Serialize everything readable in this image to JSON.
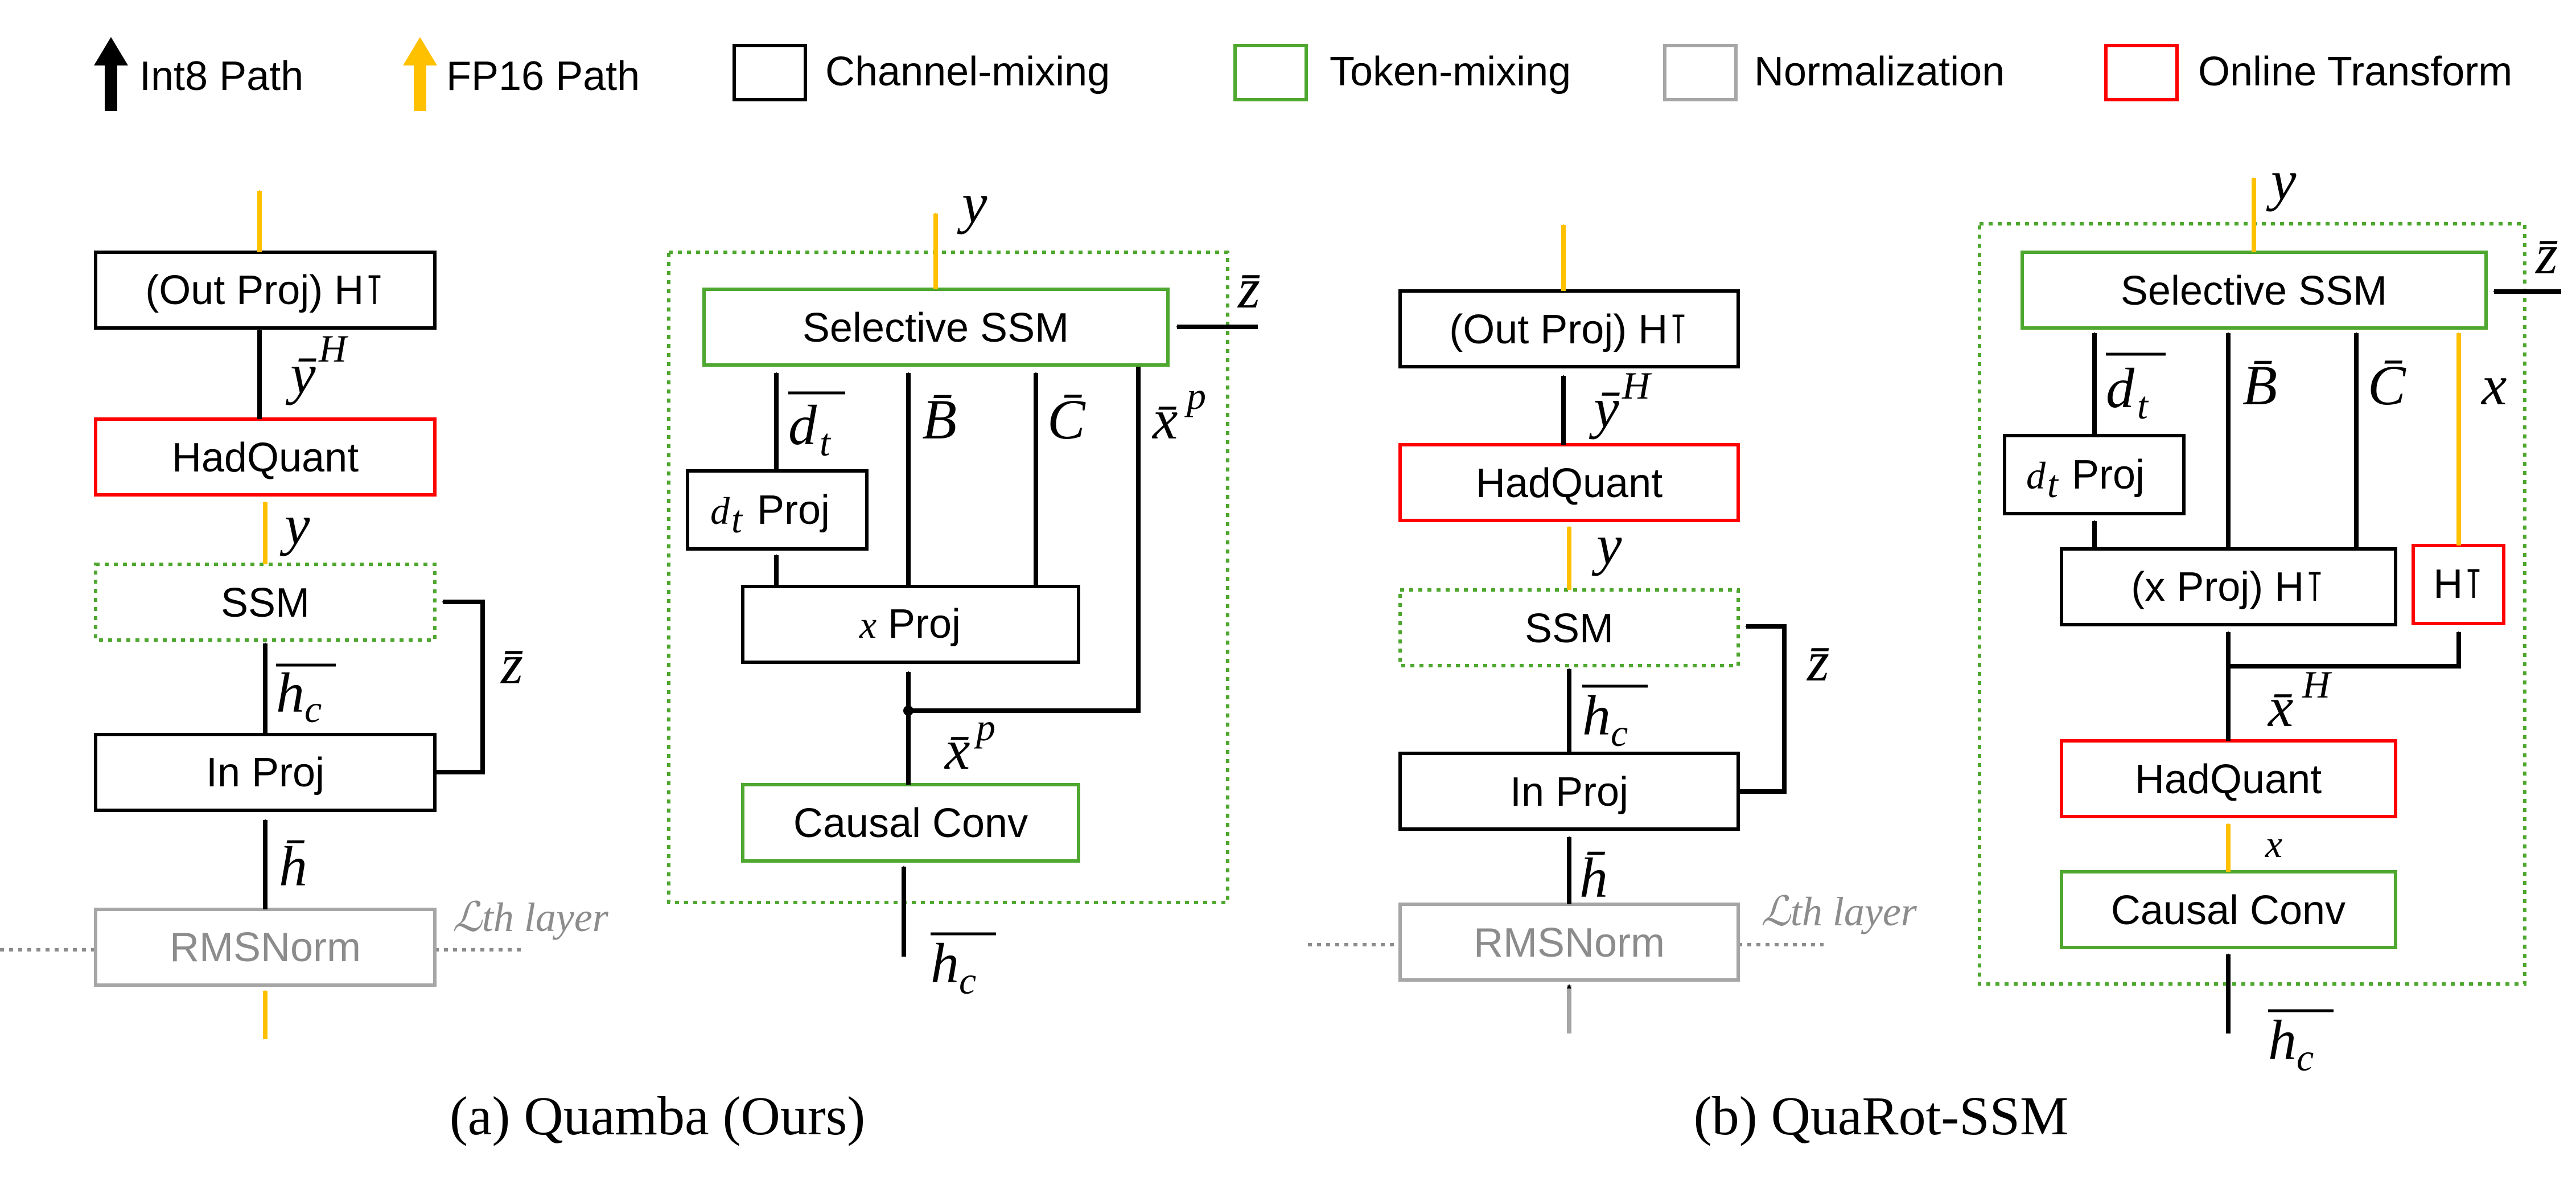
{
  "colors": {
    "int8": "#000000",
    "fp16": "#ffc000",
    "channel_mixing": "#000000",
    "token_mixing": "#4ea72e",
    "normalization": "#a6a6a6",
    "online_transform": "#ff0000",
    "norm_text": "#8c8c8c"
  },
  "legend": {
    "int8": "Int8 Path",
    "fp16": "FP16 Path",
    "channel": "Channel-mixing",
    "token": "Token-mixing",
    "norm": "Normalization",
    "online": "Online Transform"
  },
  "panel_a": {
    "caption": "(a) Quamba (Ours)",
    "blocks": {
      "out_proj": "(Out Proj) H⊺",
      "hadquant": "HadQuant",
      "ssm": "SSM",
      "in_proj": "In Proj",
      "rmsnorm": "RMSNorm"
    },
    "labels": {
      "y_bar_h": "ȳ",
      "y_bar_h_sup": "H",
      "y": "y",
      "h_c": "h",
      "h_c_sub": "c",
      "z_bar": "z̄",
      "h_bar": "h̄",
      "lth_layer": "ℒth layer"
    },
    "detail": {
      "selective_ssm": "Selective SSM",
      "dt_proj": "Proj",
      "dt_proj_prefix": "d",
      "dt_proj_sub": "t",
      "x_proj": "Proj",
      "x_proj_prefix": "x",
      "causal_conv": "Causal Conv",
      "y": "y",
      "z_bar": "z̄",
      "d_t": "d",
      "d_t_sub": "t",
      "b_bar": "B̄",
      "c_bar": "C̄",
      "x_bar_p": "x̄",
      "x_bar_p_sup": "p",
      "h_c": "h",
      "h_c_sub": "c"
    }
  },
  "panel_b": {
    "caption": "(b) QuaRot-SSM",
    "blocks": {
      "out_proj": "(Out Proj) H⊺",
      "hadquant": "HadQuant",
      "ssm": "SSM",
      "in_proj": "In Proj",
      "rmsnorm": "RMSNorm"
    },
    "labels": {
      "y_bar_h": "ȳ",
      "y_bar_h_sup": "H",
      "y": "y",
      "h_c": "h",
      "h_c_sub": "c",
      "z_bar": "z̄",
      "h_bar": "h̄",
      "lth_layer": "ℒth layer"
    },
    "detail": {
      "selective_ssm": "Selective SSM",
      "dt_proj": "Proj",
      "dt_proj_prefix": "d",
      "dt_proj_sub": "t",
      "x_proj": "(x Proj) H⊺",
      "h_t": "H⊺",
      "hadquant": "HadQuant",
      "causal_conv": "Causal Conv",
      "y": "y",
      "z_bar": "z̄",
      "d_t": "d",
      "d_t_sub": "t",
      "b_bar": "B̄",
      "c_bar": "C̄",
      "x": "x",
      "x_bar_h": "x̄",
      "x_bar_h_sup": "H",
      "x_below": "x",
      "h_c": "h",
      "h_c_sub": "c"
    }
  }
}
